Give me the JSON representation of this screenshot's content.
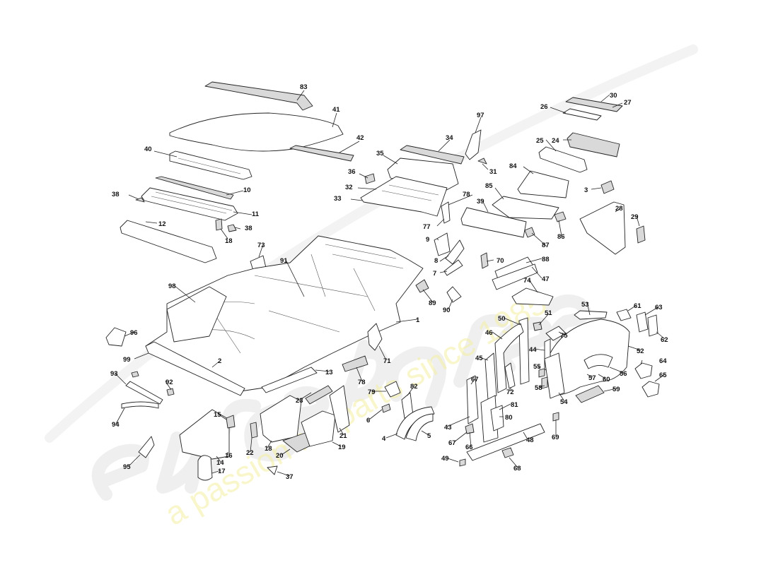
{
  "watermark": {
    "brand": "eurospares",
    "tagline": "a passion for parts since 1985"
  },
  "callouts": [
    {
      "label": "83"
    },
    {
      "label": "41"
    },
    {
      "label": "42"
    },
    {
      "label": "40"
    },
    {
      "label": "10"
    },
    {
      "label": "38"
    },
    {
      "label": "11"
    },
    {
      "label": "12"
    },
    {
      "label": "38"
    },
    {
      "label": "18"
    },
    {
      "label": "97"
    },
    {
      "label": "34"
    },
    {
      "label": "35"
    },
    {
      "label": "36"
    },
    {
      "label": "32"
    },
    {
      "label": "31"
    },
    {
      "label": "33"
    },
    {
      "label": "30"
    },
    {
      "label": "27"
    },
    {
      "label": "26"
    },
    {
      "label": "25"
    },
    {
      "label": "24"
    },
    {
      "label": "84"
    },
    {
      "label": "85"
    },
    {
      "label": "3"
    },
    {
      "label": "78"
    },
    {
      "label": "39"
    },
    {
      "label": "28"
    },
    {
      "label": "29"
    },
    {
      "label": "86"
    },
    {
      "label": "77"
    },
    {
      "label": "87"
    },
    {
      "label": "88"
    },
    {
      "label": "9"
    },
    {
      "label": "8"
    },
    {
      "label": "7"
    },
    {
      "label": "70"
    },
    {
      "label": "47"
    },
    {
      "label": "74"
    },
    {
      "label": "73"
    },
    {
      "label": "91"
    },
    {
      "label": "98"
    },
    {
      "label": "89"
    },
    {
      "label": "90"
    },
    {
      "label": "1"
    },
    {
      "label": "53"
    },
    {
      "label": "61"
    },
    {
      "label": "63"
    },
    {
      "label": "62"
    },
    {
      "label": "50"
    },
    {
      "label": "51"
    },
    {
      "label": "46"
    },
    {
      "label": "75"
    },
    {
      "label": "44"
    },
    {
      "label": "52"
    },
    {
      "label": "96"
    },
    {
      "label": "99"
    },
    {
      "label": "2"
    },
    {
      "label": "71"
    },
    {
      "label": "45"
    },
    {
      "label": "55"
    },
    {
      "label": "56"
    },
    {
      "label": "64"
    },
    {
      "label": "13"
    },
    {
      "label": "78"
    },
    {
      "label": "58"
    },
    {
      "label": "57"
    },
    {
      "label": "60"
    },
    {
      "label": "65"
    },
    {
      "label": "93"
    },
    {
      "label": "92"
    },
    {
      "label": "79"
    },
    {
      "label": "82"
    },
    {
      "label": "67"
    },
    {
      "label": "72"
    },
    {
      "label": "59"
    },
    {
      "label": "23"
    },
    {
      "label": "54"
    },
    {
      "label": "81"
    },
    {
      "label": "15"
    },
    {
      "label": "6"
    },
    {
      "label": "80"
    },
    {
      "label": "94"
    },
    {
      "label": "43"
    },
    {
      "label": "22"
    },
    {
      "label": "21"
    },
    {
      "label": "4"
    },
    {
      "label": "5"
    },
    {
      "label": "18"
    },
    {
      "label": "19"
    },
    {
      "label": "67"
    },
    {
      "label": "48"
    },
    {
      "label": "69"
    },
    {
      "label": "16"
    },
    {
      "label": "20"
    },
    {
      "label": "66"
    },
    {
      "label": "14"
    },
    {
      "label": "95"
    },
    {
      "label": "17"
    },
    {
      "label": "49"
    },
    {
      "label": "68"
    },
    {
      "label": "37"
    }
  ]
}
